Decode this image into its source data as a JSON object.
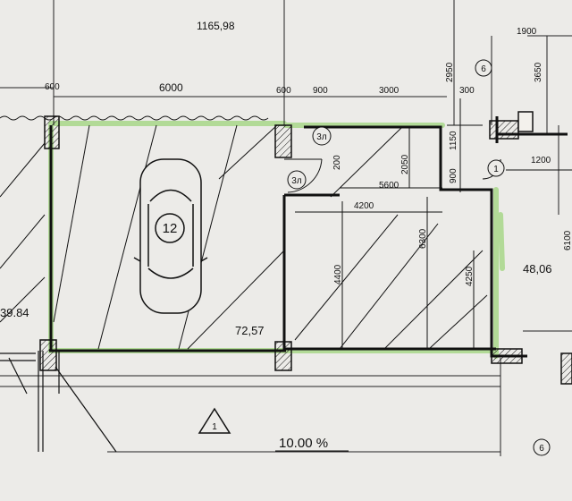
{
  "plan": {
    "top_total": "1165,98",
    "dims_top": {
      "d600_left": "600",
      "d6000": "6000",
      "d600_mid": "600",
      "d900": "900",
      "d3000": "3000",
      "d300": "300",
      "d1900": "1900"
    },
    "dims_vertical": {
      "d2950": "2950",
      "d3650": "3650",
      "d1150": "1150",
      "d900v": "900",
      "d2050": "2050",
      "d6300": "6300",
      "d4400": "4400",
      "d4250": "4250",
      "d6100": "6100",
      "d200": "200"
    },
    "dims_horizontal": {
      "d5600": "5600",
      "d4200": "4200",
      "d1200": "1200"
    },
    "areas": {
      "left_area": "39.84",
      "garage_area": "72,57",
      "right_area": "48,06"
    },
    "markers": {
      "space_number": "12",
      "room_3l_top": "3л",
      "room_3l_bottom": "3л",
      "room_6": "6",
      "room_1": "1",
      "marker_6_bottom": "6",
      "warning_number": "1"
    },
    "slope": "10.00 %",
    "colors": {
      "paper": "#ecebe8",
      "ink": "#111111",
      "highlight": "#a8d88a",
      "column_fill": "#f3f1ec"
    }
  }
}
